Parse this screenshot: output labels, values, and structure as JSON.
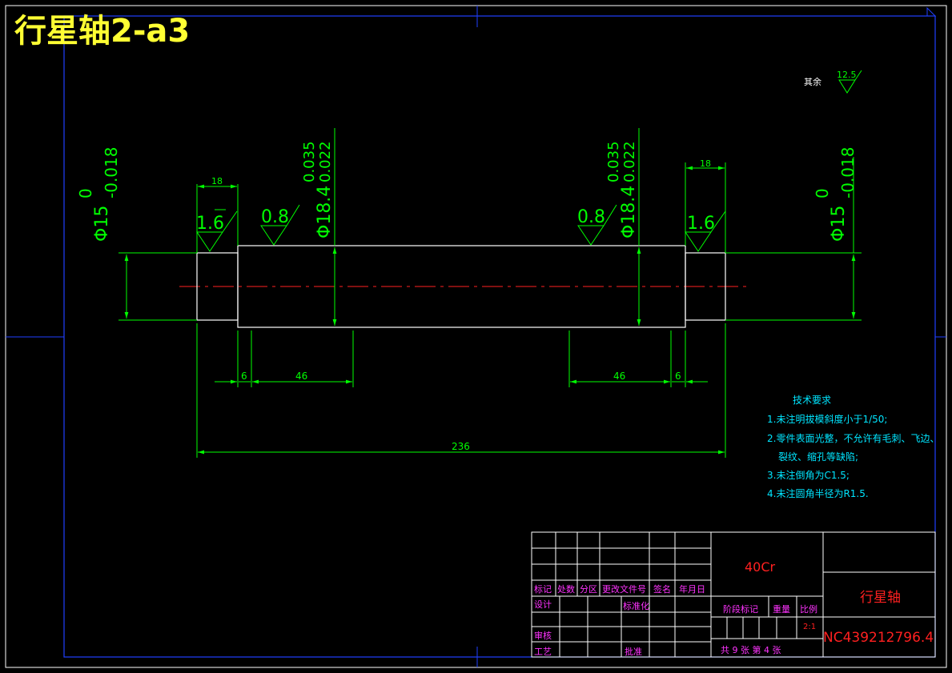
{
  "drawing_title": "行星轴2-a3",
  "roughness_note": {
    "label": "其余",
    "value": "12.5"
  },
  "dimensions": {
    "left_shoulder_diameter": {
      "base": "Φ15",
      "upper": "0",
      "lower": "-0.018"
    },
    "left_journal_diameter": {
      "base": "Φ18.4",
      "upper": "0.035",
      "lower": "0.022"
    },
    "right_journal_diameter": {
      "base": "Φ18.4",
      "upper": "0.035",
      "lower": "0.022"
    },
    "right_shoulder_diameter": {
      "base": "Φ15",
      "upper": "0",
      "lower": "-0.018"
    },
    "left_step_length": "18",
    "right_step_length": "18",
    "left_gap": "6",
    "left_offset": "46",
    "right_offset": "46",
    "right_gap": "6",
    "overall_length": "236"
  },
  "surface_roughness": {
    "left_end": "1.6",
    "left_body": "0.8",
    "right_body": "0.8",
    "right_end": "1.6"
  },
  "technical_requirements": {
    "heading": "技术要求",
    "items": [
      "1.未注明拔模斜度小于1/50;",
      "2.零件表面光整，不允许有毛刺、飞边、",
      "裂纹、缩孔等缺陷;",
      "3.未注倒角为C1.5;",
      "4.未注圆角半径为R1.5."
    ]
  },
  "title_block": {
    "material": "40Cr",
    "part_name": "行星轴",
    "drawing_number": "NC439212796.4",
    "scale": "2:1",
    "sheet_info": "共 9 张  第 4 张",
    "labels": {
      "mark": "标记",
      "count": "处数",
      "zone": "分区",
      "change_doc": "更改文件号",
      "signature": "签名",
      "date": "年月日",
      "design": "设计",
      "standardize": "标准化",
      "stage_mark": "阶段标记",
      "weight": "重量",
      "scale_label": "比例",
      "review": "审核",
      "process": "工艺",
      "approve": "批准"
    }
  },
  "colors": {
    "outline": "#ffffff",
    "dimension": "#00ff00",
    "centerline": "#ff2020",
    "frame_marks": "#2040ff",
    "title": "#ffff33",
    "notes": "#00e5ff",
    "title_block_labels": "#ff33ff"
  }
}
